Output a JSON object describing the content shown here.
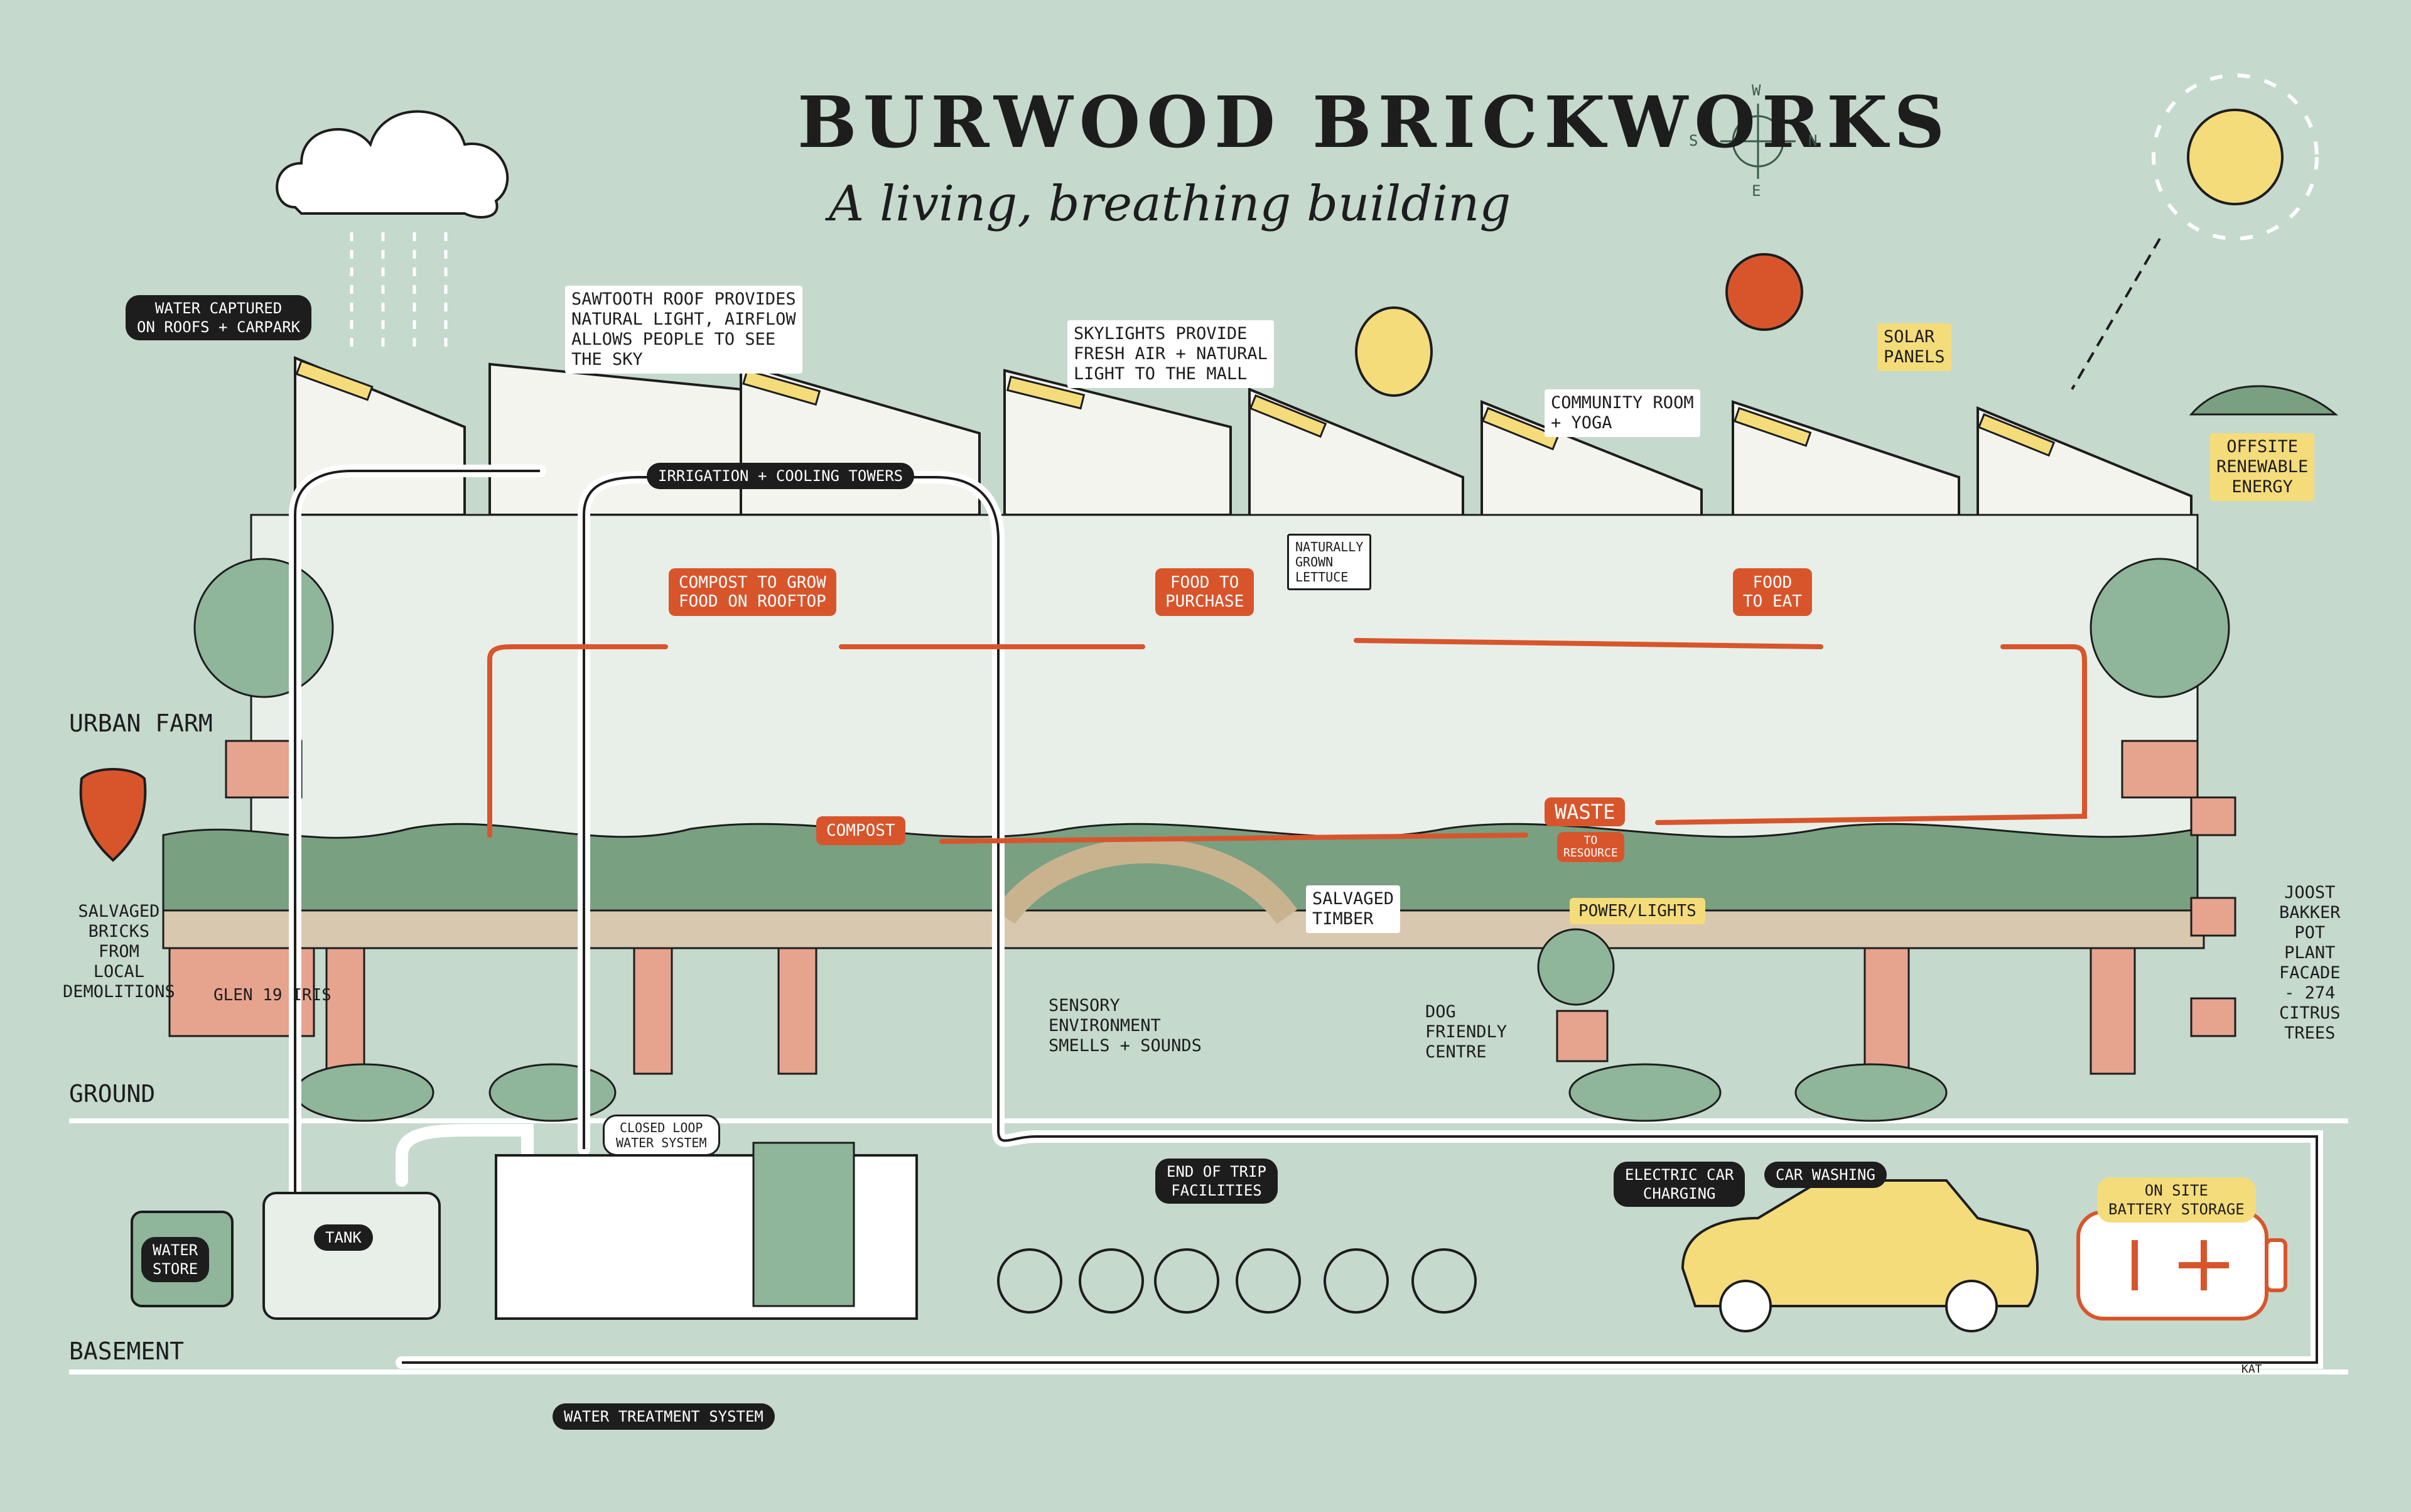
{
  "header": {
    "title": "BURWOOD BRICKWORKS",
    "subtitle": "A living, breathing building"
  },
  "compass": {
    "w": "W",
    "s": "S",
    "n": "N",
    "e": "E"
  },
  "levels": {
    "urban_farm": "URBAN FARM",
    "ground": "GROUND",
    "basement": "BASEMENT"
  },
  "callouts": {
    "water_captured": "WATER CAPTURED\nON ROOFS + CARPARK",
    "sawtooth": "SAWTOOTH ROOF PROVIDES\nNATURAL LIGHT, AIRFLOW\nALLOWS PEOPLE TO SEE\nTHE SKY",
    "skylights": "SKYLIGHTS PROVIDE\nFRESH AIR + NATURAL\nLIGHT TO THE MALL",
    "community_room": "COMMUNITY ROOM\n+ YOGA",
    "solar_panels": "SOLAR\nPANELS",
    "offsite_energy": "OFFSITE\nRENEWABLE\nENERGY",
    "salvaged_bricks": "SALVAGED\nBRICKS\nFROM\nLOCAL\nDEMOLITIONS",
    "sensory": "SENSORY\nENVIRONMENT\nSMELLS + SOUNDS",
    "salvaged_timber": "SALVAGED\nTIMBER",
    "dog_friendly": "DOG\nFRIENDLY\nCENTRE",
    "joost_bakker": "JOOST\nBAKKER\nPOT\nPLANT\nFACADE\n- 274\nCITRUS\nTREES",
    "naturally_grown": "NATURALLY\nGROWN\nLETTUCE"
  },
  "tags": {
    "irrigation": "IRRIGATION + COOLING TOWERS",
    "closed_loop": "CLOSED LOOP\nWATER SYSTEM",
    "tank": "TANK",
    "water_store": "WATER\nSTORE",
    "water_treatment": "WATER TREATMENT SYSTEM",
    "end_of_trip": "END OF TRIP\nFACILITIES",
    "electric_car": "ELECTRIC CAR\nCHARGING",
    "car_washing": "CAR WASHING",
    "battery": "ON SITE\nBATTERY STORAGE"
  },
  "flow_labels": {
    "compost_to_grow": "COMPOST TO GROW\nFOOD ON ROOFTOP",
    "food_to_purchase": "FOOD TO\nPURCHASE",
    "food_to_eat": "FOOD\nTO EAT",
    "compost": "COMPOST",
    "waste": "WASTE",
    "to_resource": "TO\nRESOURCE",
    "power_lights": "POWER/LIGHTS"
  },
  "misc": {
    "brick_sign": "GLEN 19 IRIS",
    "signature": "KAT"
  },
  "colors": {
    "background": "#c5d9cd",
    "ink": "#1d1d1d",
    "flow": "#d8552c",
    "greenery": "#7aa082",
    "brick": "#e6a48e",
    "solar": "#f5dc7a"
  }
}
